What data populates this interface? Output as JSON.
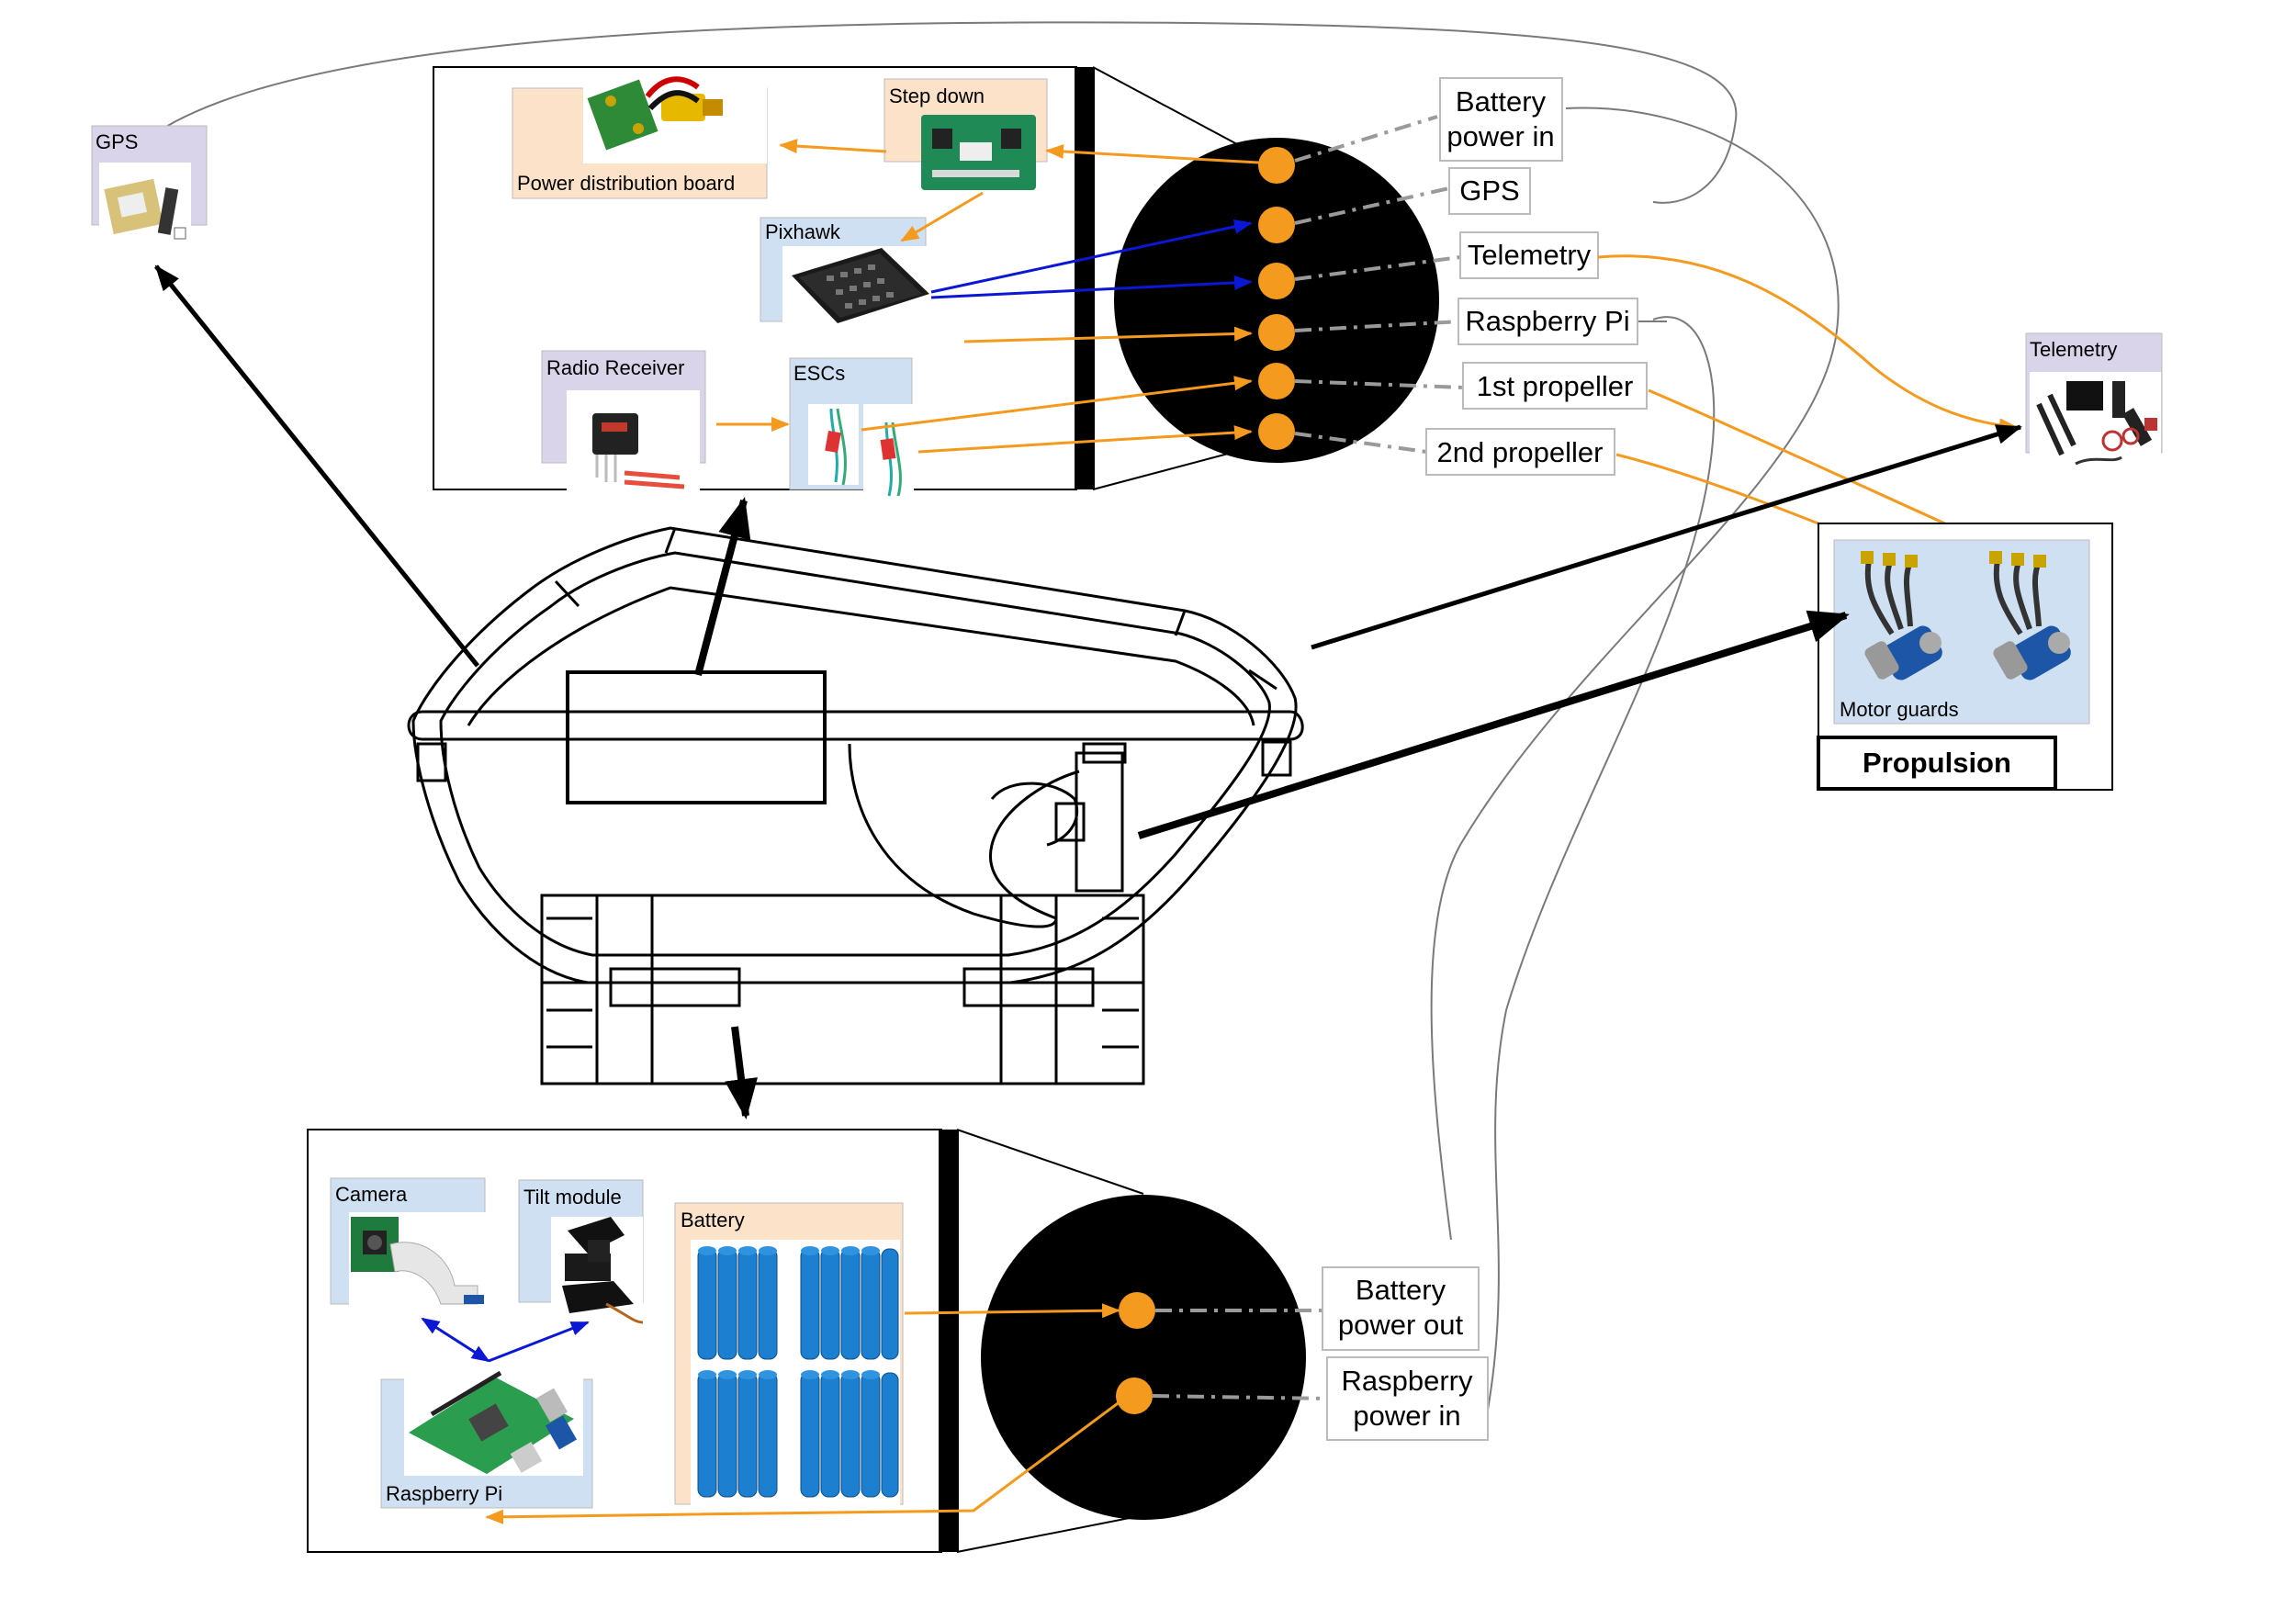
{
  "colors": {
    "orange": "#F39A1F",
    "blue": "#0A18D6",
    "lavender": "#D9D4E9",
    "peach": "#FBE2C9",
    "lightblue": "#CFE0F2",
    "panel_border": "#000000"
  },
  "components": {
    "gps": "GPS",
    "step_down": "Step down",
    "pdb": "Power distribution board",
    "pixhawk": "Pixhawk",
    "radio_receiver": "Radio Receiver",
    "escs": "ESCs",
    "telemetry": "Telemetry",
    "motor_guards": "Motor guards",
    "propulsion": "Propulsion",
    "camera": "Camera",
    "tilt_module": "Tilt module",
    "battery": "Battery",
    "raspberry_pi": "Raspberry Pi"
  },
  "top_ports": {
    "battery_power_in_1": "Battery",
    "battery_power_in_2": "power in",
    "gps": "GPS",
    "telemetry": "Telemetry",
    "raspberry_pi": "Raspberry Pi",
    "propeller_1": "1st propeller",
    "propeller_2": "2nd propeller"
  },
  "bottom_ports": {
    "battery_power_out_1": "Battery",
    "battery_power_out_2": "power out",
    "raspberry_power_in_1": "Raspberry",
    "raspberry_power_in_2": "power in"
  },
  "icons": [
    "gps-module-icon",
    "pdb-board-icon",
    "step-down-module-icon",
    "pixhawk-icon",
    "radio-receiver-icon",
    "esc-icon",
    "telemetry-kit-icon",
    "brushless-motor-icon",
    "camera-module-icon",
    "tilt-module-icon",
    "battery-cells-icon",
    "raspberry-pi-board-icon"
  ]
}
